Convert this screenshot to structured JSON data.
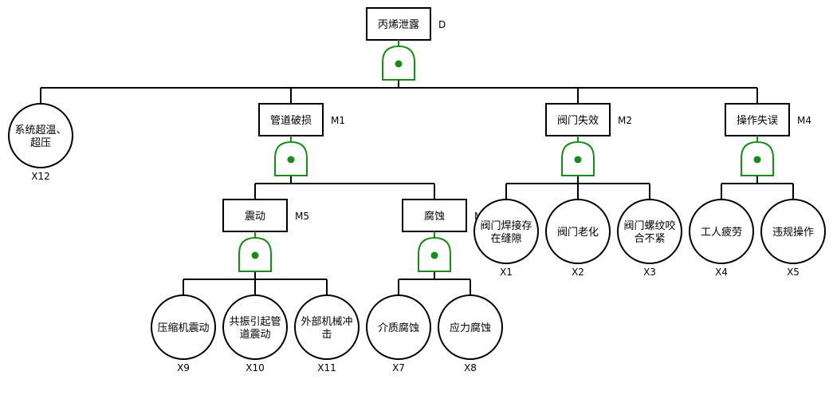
{
  "colors": {
    "gate": "#1a8a1a",
    "line": "#000000",
    "fill": "#ffffff"
  },
  "nodes": [
    {
      "id": "D",
      "kind": "event",
      "label": [
        "丙烯泄露"
      ],
      "code": "D",
      "gate": "or"
    },
    {
      "id": "X12",
      "kind": "basic",
      "label": [
        "系统超温、",
        "超压"
      ],
      "code": "X12"
    },
    {
      "id": "M1",
      "kind": "event",
      "label": [
        "管道破损"
      ],
      "code": "M1",
      "gate": "or"
    },
    {
      "id": "M2",
      "kind": "event",
      "label": [
        "阀门失效"
      ],
      "code": "M2",
      "gate": "or"
    },
    {
      "id": "M4",
      "kind": "event",
      "label": [
        "操作失误"
      ],
      "code": "M4",
      "gate": "or"
    },
    {
      "id": "M5",
      "kind": "event",
      "label": [
        "震动"
      ],
      "code": "M5",
      "gate": "or"
    },
    {
      "id": "M6",
      "kind": "event",
      "label": [
        "腐蚀"
      ],
      "code": "M6",
      "gate": "or"
    },
    {
      "id": "X1",
      "kind": "basic",
      "label": [
        "阀门焊接存",
        "在缝隙"
      ],
      "code": "X1"
    },
    {
      "id": "X2",
      "kind": "basic",
      "label": [
        "阀门老化"
      ],
      "code": "X2"
    },
    {
      "id": "X3",
      "kind": "basic",
      "label": [
        "阀门螺纹咬",
        "合不紧"
      ],
      "code": "X3"
    },
    {
      "id": "X4",
      "kind": "basic",
      "label": [
        "工人疲劳"
      ],
      "code": "X4"
    },
    {
      "id": "X5",
      "kind": "basic",
      "label": [
        "违规操作"
      ],
      "code": "X5"
    },
    {
      "id": "X9",
      "kind": "basic",
      "label": [
        "压缩机震动"
      ],
      "code": "X9"
    },
    {
      "id": "X10",
      "kind": "basic",
      "label": [
        "共振引起管",
        "道震动"
      ],
      "code": "X10"
    },
    {
      "id": "X11",
      "kind": "basic",
      "label": [
        "外部机械冲",
        "击"
      ],
      "code": "X11"
    },
    {
      "id": "X7",
      "kind": "basic",
      "label": [
        "介质腐蚀"
      ],
      "code": "X7"
    },
    {
      "id": "X8",
      "kind": "basic",
      "label": [
        "应力腐蚀"
      ],
      "code": "X8"
    }
  ],
  "edges": [
    {
      "parent": "D",
      "children": [
        "X12",
        "M1",
        "M2",
        "M4"
      ]
    },
    {
      "parent": "M1",
      "children": [
        "M5",
        "M6"
      ]
    },
    {
      "parent": "M2",
      "children": [
        "X1",
        "X2",
        "X3"
      ]
    },
    {
      "parent": "M4",
      "children": [
        "X4",
        "X5"
      ]
    },
    {
      "parent": "M5",
      "children": [
        "X9",
        "X10",
        "X11"
      ]
    },
    {
      "parent": "M6",
      "children": [
        "X7",
        "X8"
      ]
    }
  ]
}
